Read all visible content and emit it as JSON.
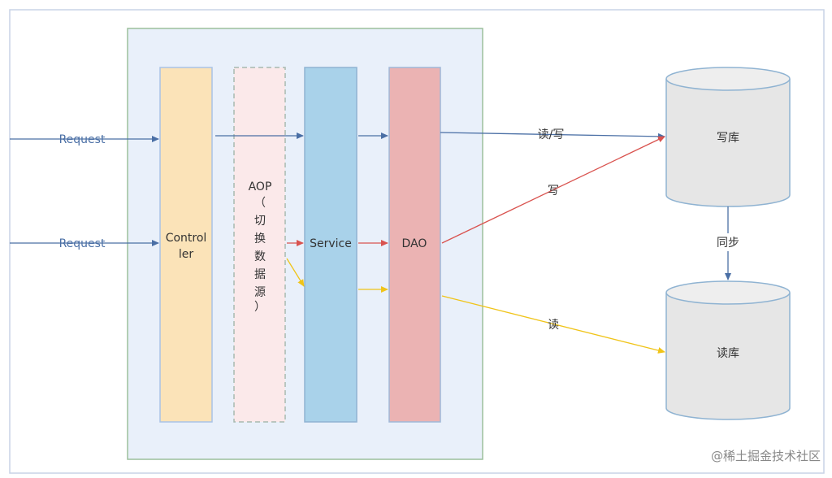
{
  "requests": [
    "Request",
    "Request"
  ],
  "layers": {
    "controller": [
      "Control",
      "ler"
    ],
    "aop": [
      "AOP",
      "（",
      "切",
      "换",
      "数",
      "据",
      "源",
      "）"
    ],
    "service": "Service",
    "dao": "DAO"
  },
  "databases": {
    "write_db": "写库",
    "read_db": "读库"
  },
  "edges": {
    "read_write": "读/写",
    "write": "写",
    "read": "读",
    "sync": "同步"
  },
  "watermark": "@稀土掘金技术社区",
  "colors": {
    "blue_line": "#4a6fa5",
    "red_line": "#d9534f",
    "yellow_line": "#f0c419",
    "controller_fill": "#fbe3b8",
    "aop_fill": "#fbe9ea",
    "service_fill": "#a9d2ea",
    "dao_fill": "#ebb3b3",
    "container_fill": "#e9f0fa",
    "db_fill": "#e6e6e6"
  }
}
